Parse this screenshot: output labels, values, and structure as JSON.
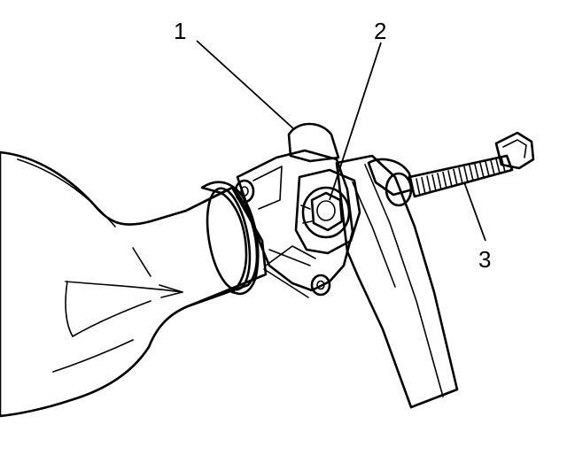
{
  "callouts": [
    {
      "number": "1"
    },
    {
      "number": "2"
    },
    {
      "number": "3"
    }
  ],
  "colors": {
    "line": "#000000",
    "shade": "#b9b9b9",
    "background": "#ffffff"
  }
}
